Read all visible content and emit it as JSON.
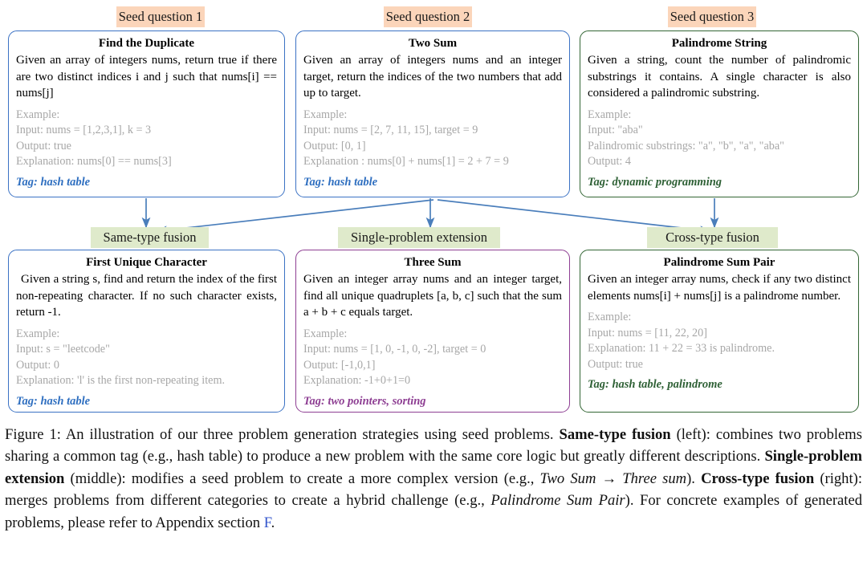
{
  "figure": {
    "label": "Figure 1",
    "accent_colors": {
      "seed_chip_bg": "#fbd5ba",
      "strategy_chip_bg": "#dfeacb",
      "blue_border": "#3b72c4",
      "green_border": "#336634",
      "purple_border": "#8e3f93",
      "example_text": "#a7a7a7",
      "arrow": "#4a7ebb",
      "ref_link": "#3355cc"
    }
  },
  "seed_chips": [
    {
      "label": "Seed question 1"
    },
    {
      "label": "Seed question 2"
    },
    {
      "label": "Seed question 3"
    }
  ],
  "strategy_chips": [
    {
      "label": "Same-type fusion"
    },
    {
      "label": "Single-problem extension"
    },
    {
      "label": "Cross-type fusion"
    }
  ],
  "seed_cards": [
    {
      "title": "Find the Duplicate",
      "description": "Given an array of integers nums, return true if there are two distinct indices i and j such that nums[i] == nums[j]",
      "example": [
        "Example:",
        "Input: nums = [1,2,3,1], k = 3",
        "Output: true",
        "Explanation: nums[0] == nums[3]"
      ],
      "tag": "Tag: hash table",
      "color": "blue"
    },
    {
      "title": "Two Sum",
      "description": "Given an array of integers nums and an integer target, return the indices of the two numbers that add up to target.",
      "example": [
        "Example:",
        "Input: nums = [2, 7, 11, 15], target = 9",
        "Output: [0, 1]",
        "Explanation : nums[0] + nums[1] = 2 + 7 = 9"
      ],
      "tag": "Tag: hash table",
      "color": "blue"
    },
    {
      "title": "Palindrome String",
      "description": "Given a string, count the number of palindromic substrings it contains. A single character is also considered a palindromic substring.",
      "example": [
        "Example:",
        "Input: \"aba\"",
        "Palindromic substrings: \"a\", \"b\", \"a\", \"aba\"",
        "Output: 4"
      ],
      "tag": "Tag: dynamic programming",
      "color": "green"
    }
  ],
  "generated_cards": [
    {
      "title": "First Unique Character",
      "description": "Given a string s, find and return the index of the first non-repeating character. If no such character exists, return -1.",
      "example": [
        "Example:",
        "Input: s = \"leetcode\"",
        "Output: 0",
        "Explanation: 'l' is the first non-repeating item."
      ],
      "tag": "Tag: hash table",
      "color": "blue"
    },
    {
      "title": "Three Sum",
      "description": "Given an integer array nums and an integer target, find all unique quadruplets [a, b, c] such that the sum a + b + c equals target.",
      "example": [
        "Example:",
        "Input: nums = [1, 0, -1, 0, -2], target = 0",
        "Output: [-1,0,1]",
        "Explanation: -1+0+1=0"
      ],
      "tag": "Tag: two pointers, sorting",
      "color": "purple"
    },
    {
      "title": "Palindrome Sum Pair",
      "description": "Given an integer array nums, check if any two distinct elements nums[i] + nums[j] is a palindrome number.",
      "example": [
        "Example:",
        "Input: nums = [11, 22, 20]",
        "Explanation: 11 + 22 = 33 is palindrome.",
        "Output: true"
      ],
      "tag": "Tag: hash table, palindrome",
      "color": "green"
    }
  ],
  "caption": {
    "prefix": "Figure 1:",
    "s1": " An illustration of our three problem generation strategies using seed problems. ",
    "b1": "Same-type fusion",
    "s2": " (left): combines two problems sharing a common tag (e.g., hash table) to produce a new problem with the same core logic but greatly different descriptions. ",
    "b2": "Single-problem extension",
    "s3": " (middle): modifies a seed problem to create a more complex version (e.g., ",
    "i1": "Two Sum → Three sum",
    "s4": "). ",
    "b3": "Cross-type fusion",
    "s5": " (right): merges problems from different categories to create a hybrid challenge (e.g., ",
    "i2": "Palindrome Sum Pair",
    "s6": "). For concrete examples of generated problems, please refer to Appendix section ",
    "link": "F",
    "s7": "."
  }
}
